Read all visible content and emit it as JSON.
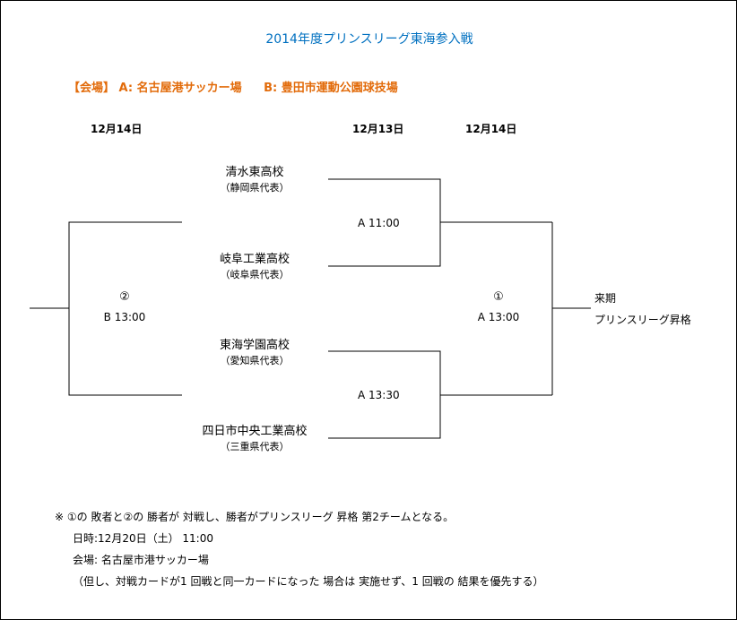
{
  "colors": {
    "title": "#0070C0",
    "venue": "#E26B0A",
    "line": "#000000"
  },
  "title": "2014年度プリンスリーグ東海参入戦",
  "venues": {
    "label": "【会場】",
    "a": "A: 名古屋港サッカー場",
    "b": "B: 豊田市運動公園球技場"
  },
  "dates": {
    "final": "12月14日",
    "semi": "12月13日",
    "match1": "12月14日"
  },
  "teams": [
    {
      "name": "清水東高校",
      "pref": "（静岡県代表）"
    },
    {
      "name": "岐阜工業高校",
      "pref": "（岐阜県代表）"
    },
    {
      "name": "東海学園高校",
      "pref": "（愛知県代表）"
    },
    {
      "name": "四日市中央工業高校",
      "pref": "（三重県代表）"
    }
  ],
  "matches": {
    "semi_top": "A 11:00",
    "semi_bottom": "A 13:30",
    "match1": {
      "mark": "①",
      "time": "A 13:00"
    },
    "match2": {
      "mark": "②",
      "time": "B 13:00"
    }
  },
  "result": {
    "line1": "来期",
    "line2": "プリンスリーグ昇格"
  },
  "notes": {
    "line1": "※ ①の 敗者と②の 勝者が 対戦し、勝者がプリンスリーグ 昇格 第2チームとなる。",
    "line2": "日時:12月20日（土） 11:00",
    "line3": "会場: 名古屋市港サッカー場",
    "line4": "（但し、対戦カードが1 回戦と同一カードになった 場合は 実施せず、1 回戦の 結果を優先する）"
  }
}
